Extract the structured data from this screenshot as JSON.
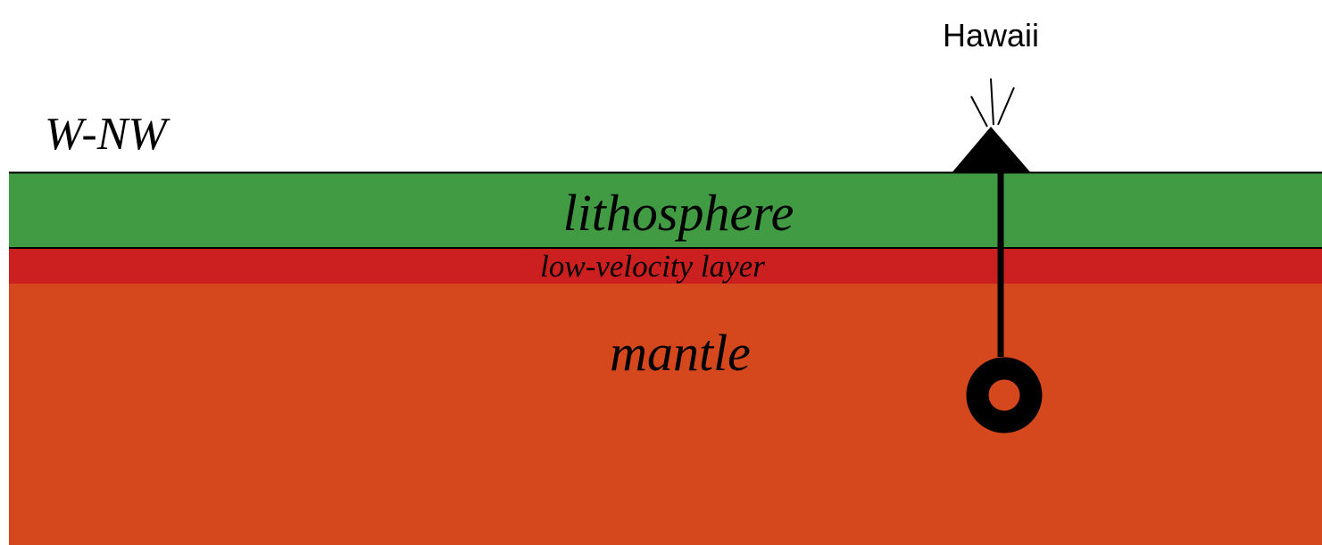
{
  "labels": {
    "location": "Hawaii",
    "direction": "W-NW",
    "lithosphere": "lithosphere",
    "low_velocity_layer": "low-velocity layer",
    "mantle": "mantle"
  },
  "colors": {
    "background": "#ffffff",
    "lithosphere": "#409b43",
    "low_velocity_layer": "#cc1f20",
    "mantle": "#d5481d",
    "lines": "#000000"
  },
  "icons": {
    "volcano": "volcano-icon",
    "plume_head": "hotspot-plume-icon"
  }
}
